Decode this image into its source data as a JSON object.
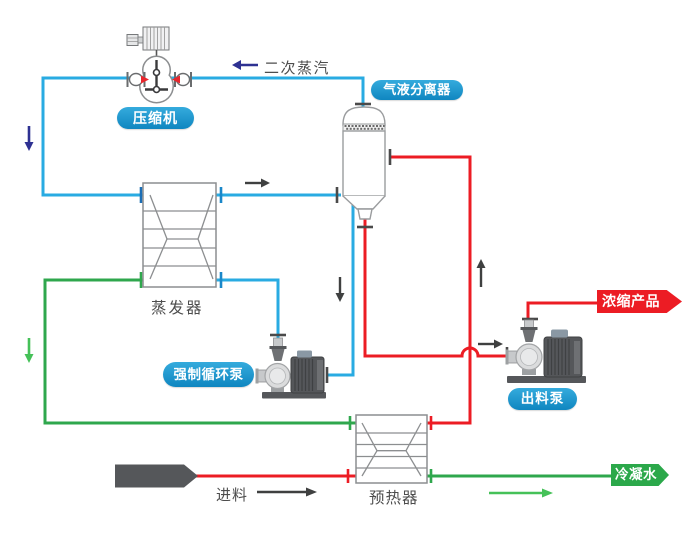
{
  "equipment": {
    "compressor": "压缩机",
    "gas_liquid_separator": "气液分离器",
    "evaporator": "蒸发器",
    "forced_circulation_pump": "强制循环泵",
    "discharge_pump": "出料泵",
    "preheater": "预热器"
  },
  "streams": {
    "secondary_steam": "二次蒸汽",
    "feed": "进料",
    "concentrated_product": "浓缩产品",
    "condensate_water": "冷凝水"
  },
  "colors": {
    "steam_line_blue": "#29ABE2",
    "condensate_line_green": "#2FA74D",
    "product_line_red": "#EC1C24",
    "label_pill_blue": "#1E9CD8",
    "dark_blue_arrow": "#2E3192",
    "light_green_arrow": "#45C158",
    "gray_arrow": "#3F4040",
    "text_gray": "#4D4D4D",
    "product_banner_red": "#EC1C24",
    "condensate_banner_green": "#2BA84A"
  }
}
